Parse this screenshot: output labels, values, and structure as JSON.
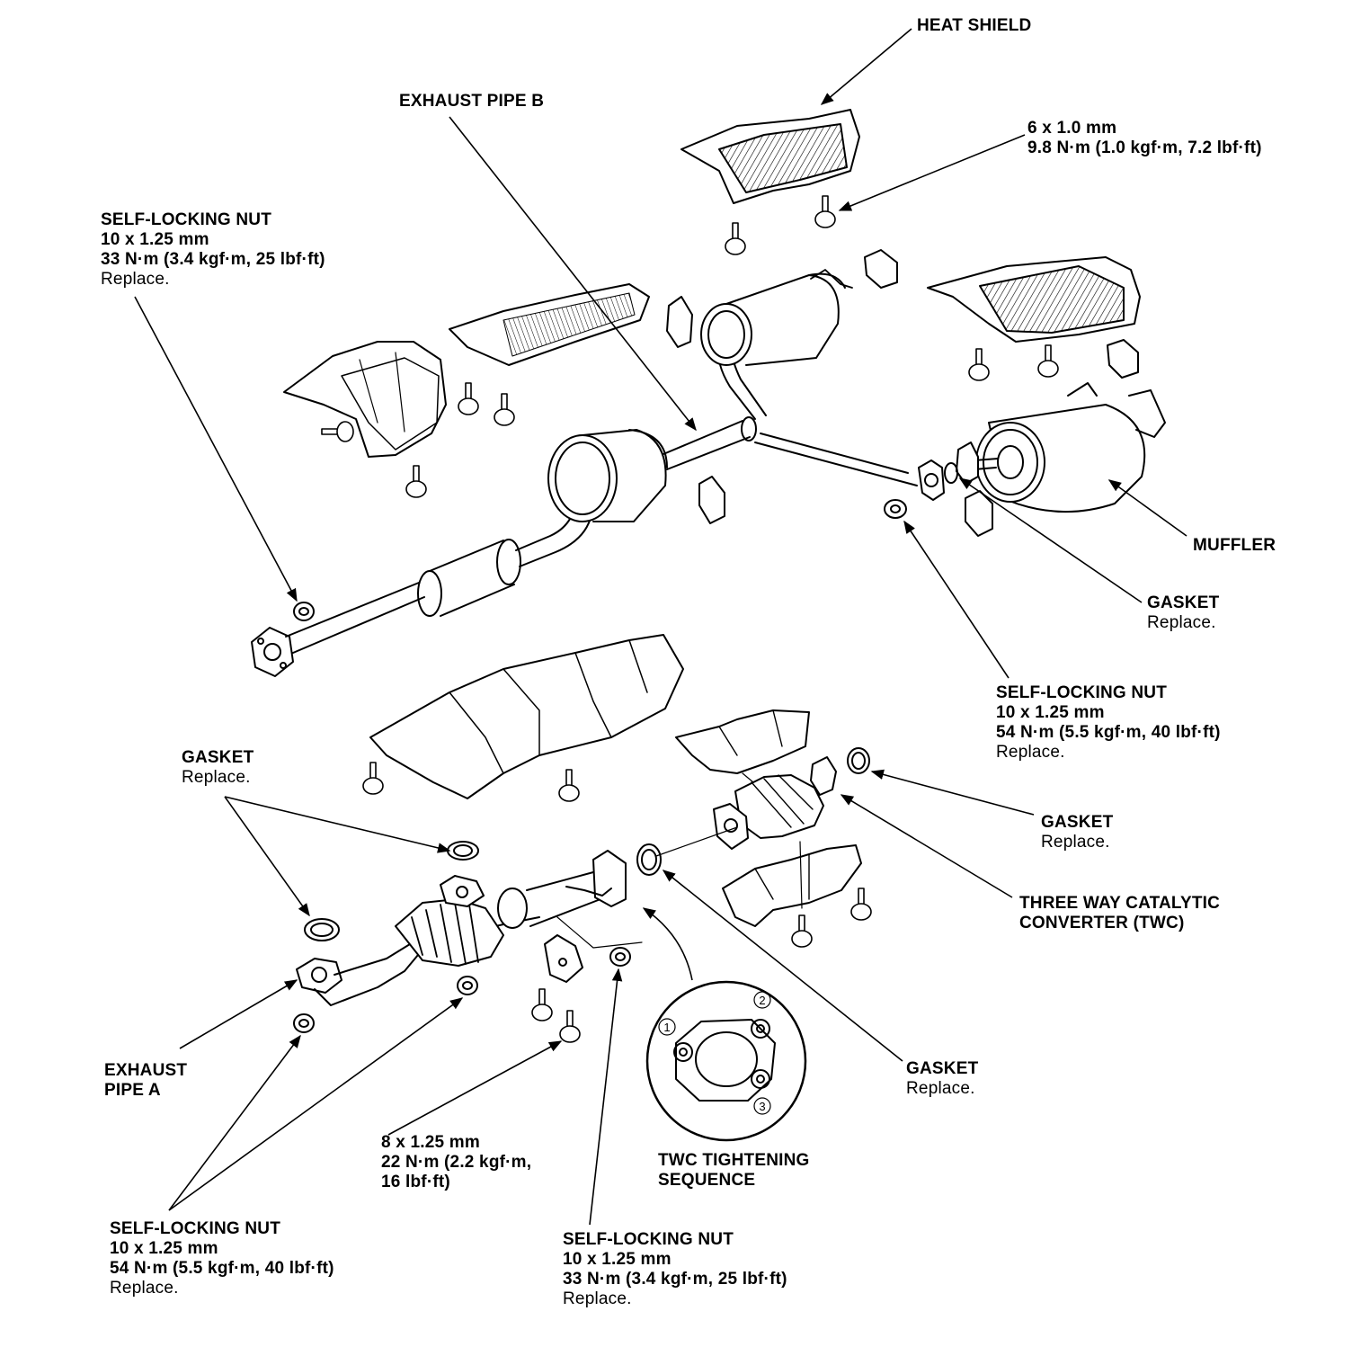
{
  "labels": {
    "heat_shield": "HEAT SHIELD",
    "heat_shield_bolt": {
      "size": "6 x 1.0 mm",
      "torque": "9.8 N·m (1.0 kgf·m, 7.2 lbf·ft)"
    },
    "exhaust_pipe_b": "EXHAUST PIPE B",
    "nut_upper_left": {
      "name": "SELF-LOCKING NUT",
      "size": "10 x 1.25 mm",
      "torque": "33 N·m (3.4 kgf·m, 25 lbf·ft)",
      "note": "Replace."
    },
    "muffler": "MUFFLER",
    "gasket_muffler": {
      "name": "GASKET",
      "note": "Replace."
    },
    "nut_right": {
      "name": "SELF-LOCKING NUT",
      "size": "10 x 1.25 mm",
      "torque": "54 N·m (5.5 kgf·m, 40 lbf·ft)",
      "note": "Replace."
    },
    "gasket_twc_rear": {
      "name": "GASKET",
      "note": "Replace."
    },
    "twc": {
      "line1": "THREE WAY CATALYTIC",
      "line2": "CONVERTER (TWC)"
    },
    "gasket_left": {
      "name": "GASKET",
      "note": "Replace."
    },
    "gasket_twc_front": {
      "name": "GASKET",
      "note": "Replace."
    },
    "exhaust_pipe_a": {
      "line1": "EXHAUST",
      "line2": "PIPE A"
    },
    "bolt_8mm": {
      "size": "8 x 1.25 mm",
      "torque1": "22 N·m (2.2 kgf·m,",
      "torque2": "16 lbf·ft)"
    },
    "twc_sequence": {
      "line1": "TWC TIGHTENING",
      "line2": "SEQUENCE",
      "steps": [
        "1",
        "2",
        "3"
      ]
    },
    "nut_bottom_left": {
      "name": "SELF-LOCKING NUT",
      "size": "10 x 1.25 mm",
      "torque": "54 N·m (5.5 kgf·m, 40 lbf·ft)",
      "note": "Replace."
    },
    "nut_bottom_mid": {
      "name": "SELF-LOCKING NUT",
      "size": "10 x 1.25 mm",
      "torque": "33 N·m (3.4 kgf·m, 25 lbf·ft)",
      "note": "Replace."
    }
  }
}
